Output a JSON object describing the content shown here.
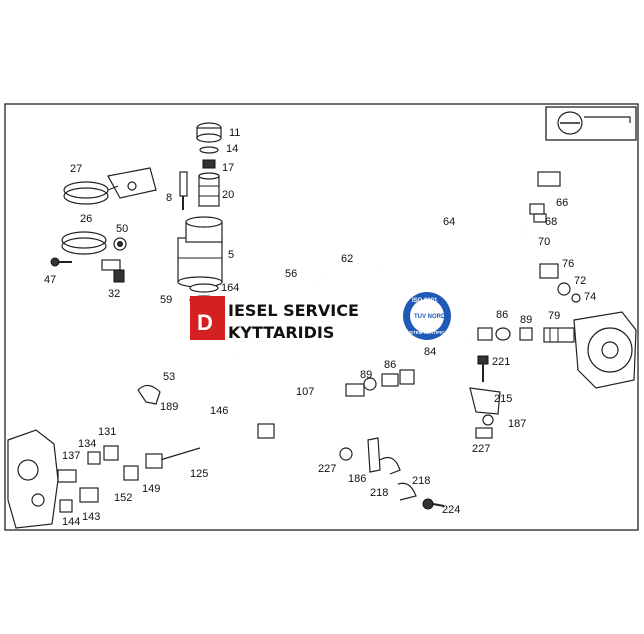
{
  "diagram": {
    "part_labels": [
      {
        "id": "p11",
        "text": "11"
      },
      {
        "id": "p14",
        "text": "14"
      },
      {
        "id": "p17",
        "text": "17"
      },
      {
        "id": "p8",
        "text": "8"
      },
      {
        "id": "p20",
        "text": "20"
      },
      {
        "id": "p27",
        "text": "27"
      },
      {
        "id": "p26",
        "text": "26"
      },
      {
        "id": "p50",
        "text": "50"
      },
      {
        "id": "p5",
        "text": "5"
      },
      {
        "id": "p47",
        "text": "47"
      },
      {
        "id": "p32",
        "text": "32"
      },
      {
        "id": "p164",
        "text": "164"
      },
      {
        "id": "p59",
        "text": "59"
      },
      {
        "id": "p56",
        "text": "56"
      },
      {
        "id": "p62",
        "text": "62"
      },
      {
        "id": "p64",
        "text": "64"
      },
      {
        "id": "p66",
        "text": "66"
      },
      {
        "id": "p68",
        "text": "68"
      },
      {
        "id": "p70",
        "text": "70"
      },
      {
        "id": "p76",
        "text": "76"
      },
      {
        "id": "p72",
        "text": "72"
      },
      {
        "id": "p74",
        "text": "74"
      },
      {
        "id": "p79",
        "text": "79"
      },
      {
        "id": "p86a",
        "text": "86"
      },
      {
        "id": "p89a",
        "text": "89"
      },
      {
        "id": "p84",
        "text": "84"
      },
      {
        "id": "p221",
        "text": "221"
      },
      {
        "id": "p53",
        "text": "53"
      },
      {
        "id": "p189",
        "text": "189"
      },
      {
        "id": "p146",
        "text": "146"
      },
      {
        "id": "p107",
        "text": "107"
      },
      {
        "id": "p89b",
        "text": "89"
      },
      {
        "id": "p86b",
        "text": "86"
      },
      {
        "id": "p215",
        "text": "215"
      },
      {
        "id": "p187",
        "text": "187"
      },
      {
        "id": "p227a",
        "text": "227"
      },
      {
        "id": "p131",
        "text": "131"
      },
      {
        "id": "p134",
        "text": "134"
      },
      {
        "id": "p137",
        "text": "137"
      },
      {
        "id": "p125",
        "text": "125"
      },
      {
        "id": "p149",
        "text": "149"
      },
      {
        "id": "p152",
        "text": "152"
      },
      {
        "id": "p143",
        "text": "143"
      },
      {
        "id": "p144",
        "text": "144"
      },
      {
        "id": "p227b",
        "text": "227"
      },
      {
        "id": "p186",
        "text": "186"
      },
      {
        "id": "p218a",
        "text": "218"
      },
      {
        "id": "p218b",
        "text": "218"
      },
      {
        "id": "p224",
        "text": "224"
      }
    ]
  },
  "banner": {
    "line1": "IESEL SERVICE",
    "line2": "KYTTARIDIS",
    "logo_letter": "D",
    "accent_color": "#d42020"
  },
  "certification": {
    "top_text": "ISO 9001",
    "middle_text": "TUV NORD",
    "bottom_text": "SYSTEM CERTIFICATION",
    "color": "#1f5ab8"
  }
}
